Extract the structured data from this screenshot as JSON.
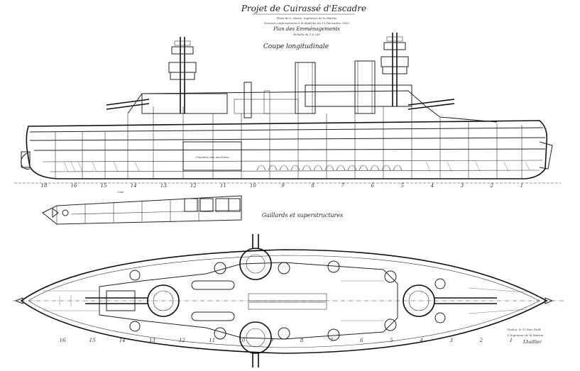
{
  "title_block": {
    "title": "Projet de Cuirassé d'Escadre",
    "line1": "Plans de L. Marie, Ingénieur de la Marine",
    "line2": "Dessiné conformément à la dépêche du 13 Décembre 1893",
    "plan_name": "Plan des Emménagements",
    "scale": "Échelle de 1 à 200"
  },
  "section_labels": {
    "longitudinal": "Coupe longitudinale",
    "upper_works": "Gaillards et superstructures",
    "hold": "Cale",
    "small_hold": "Chambre des machines"
  },
  "frame_numbers_top": [
    "18",
    "16",
    "15",
    "14",
    "13",
    "12",
    "11",
    "10",
    "9",
    "8",
    "7",
    "6",
    "5",
    "4",
    "3",
    "2",
    "1"
  ],
  "frame_numbers_bottom": [
    "16",
    "15",
    "14",
    "13",
    "12",
    "11",
    "10",
    "9",
    "8",
    "7",
    "6",
    "5",
    "4",
    "3",
    "2",
    "1"
  ],
  "signature": {
    "line1": "Toulon, le 15 Mai 1894",
    "line2": "L'Ingénieur de la Marine",
    "name": "Lhuillier"
  },
  "colors": {
    "ink": "#222222",
    "paper": "#ffffff"
  }
}
